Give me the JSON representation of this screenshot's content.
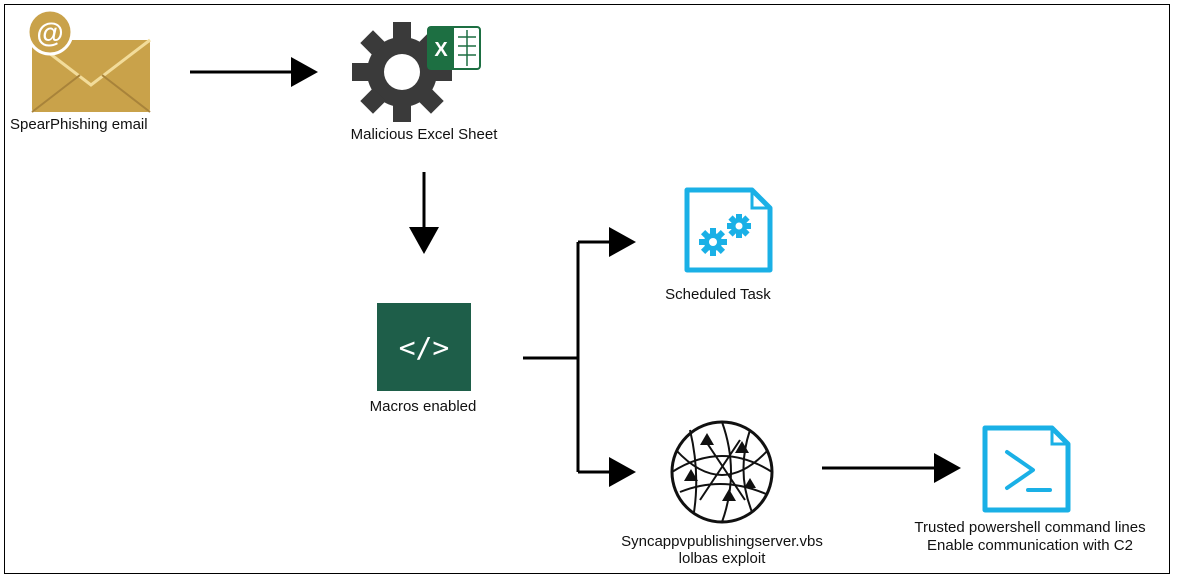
{
  "nodes": {
    "email": {
      "label": "SpearPhishing email",
      "icon": "email-icon"
    },
    "excel": {
      "label": "Malicious Excel Sheet",
      "icon": "excel-gear-icon",
      "badge": "X"
    },
    "macros": {
      "label": "Macros enabled",
      "icon": "code-icon",
      "glyph": "</>"
    },
    "task": {
      "label": "Scheduled Task",
      "icon": "scheduled-task-icon"
    },
    "lolbas": {
      "line1": "Syncappvpublishingserver.vbs",
      "line2": "lolbas exploit",
      "icon": "network-globe-icon"
    },
    "powershell": {
      "line1": "Trusted powershell command lines",
      "line2": "Enable communication with C2",
      "icon": "powershell-icon"
    }
  },
  "colors": {
    "email_gold": "#c9a24a",
    "excel_green": "#1d6f42",
    "macros_green": "#1e5e49",
    "azure_blue": "#1ab0e6",
    "gear_gray": "#3a3a3a"
  }
}
